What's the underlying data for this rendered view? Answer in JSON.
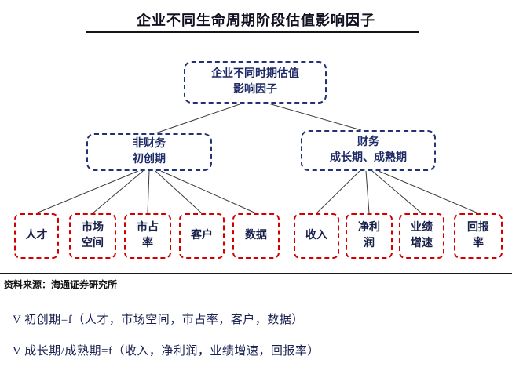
{
  "title": "企业不同生命周期阶段估值影响因子",
  "tree": {
    "root": "企业不同时期估值\n影响因子",
    "branch_left": "非财务\n初创期",
    "branch_right": "财务\n成长期、成熟期",
    "leaves": [
      "人才",
      "市场\n空间",
      "市占\n率",
      "客户",
      "数据",
      "收入",
      "净利\n润",
      "业绩\n增速",
      "回报\n率"
    ]
  },
  "source": "资料来源：海通证券研究所",
  "formulas": {
    "startup": "V 初创期=f（人才，市场空间，市占率，客户，数据）",
    "growth": "V 成长期/成熟期=f（收入，净利润，业绩增速，回报率）"
  },
  "colors": {
    "navy": "#23307a",
    "red": "#d40000",
    "text_dark": "#181f4a"
  }
}
